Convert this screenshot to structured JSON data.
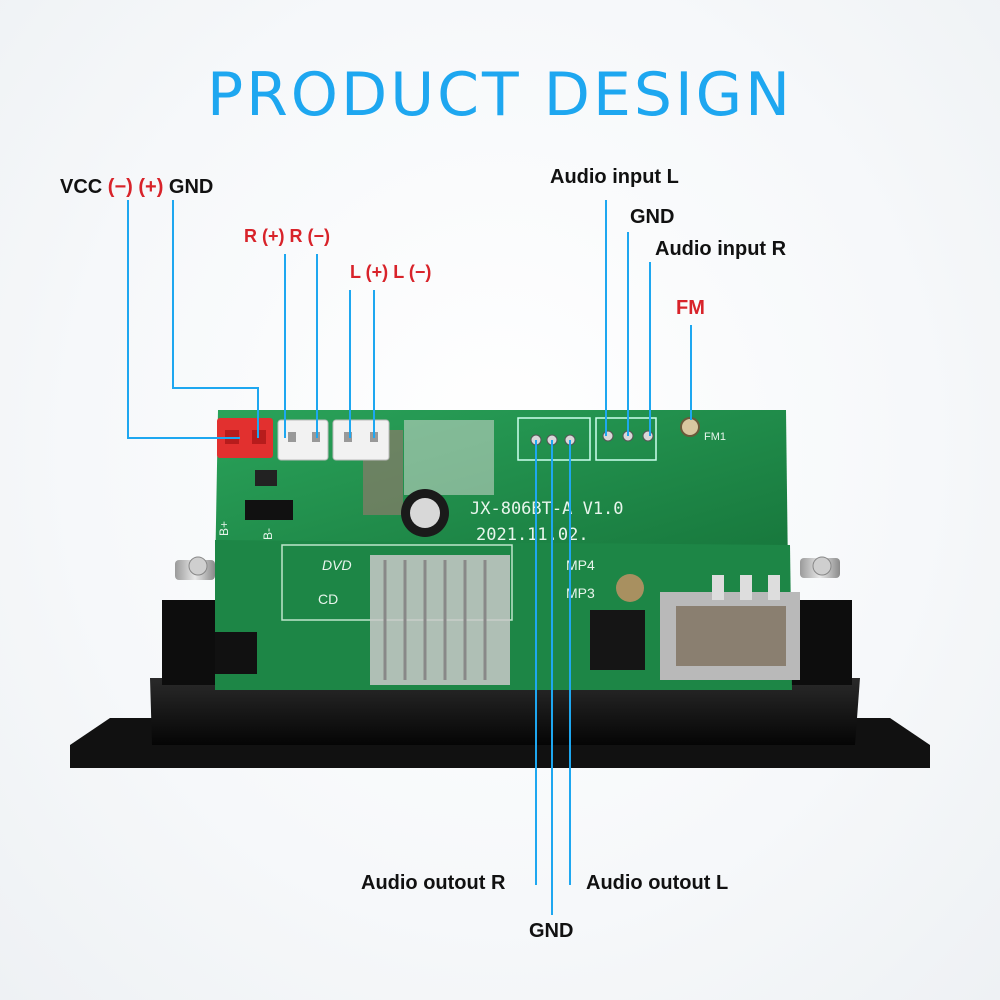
{
  "title": "PRODUCT DESIGN",
  "labels": {
    "vcc": "VCC",
    "minus": "(−)",
    "plus": "(+)",
    "gnd_top": "GND",
    "r_plus": "R (+)",
    "r_minus": "R (−)",
    "l_plus": "L (+)",
    "l_minus": "L (−)",
    "audio_input_l": "Audio input L",
    "gnd_input": "GND",
    "audio_input_r": "Audio input R",
    "fm": "FM",
    "audio_output_r": "Audio outout R",
    "gnd_output": "GND",
    "audio_output_l": "Audio outout L"
  },
  "board": {
    "model": "JX-806BT-A V1.0",
    "date": "2021.11.02.",
    "marks": {
      "dvd": "DVD",
      "cd": "CD",
      "mp4": "MP4",
      "mp3": "MP3",
      "fm1": "FM1",
      "bplus": "B+",
      "bminus": "B-"
    }
  },
  "colors": {
    "leader": "#1ea7f0",
    "pcb": "#1f8f4a",
    "red_label": "#d8232a"
  }
}
